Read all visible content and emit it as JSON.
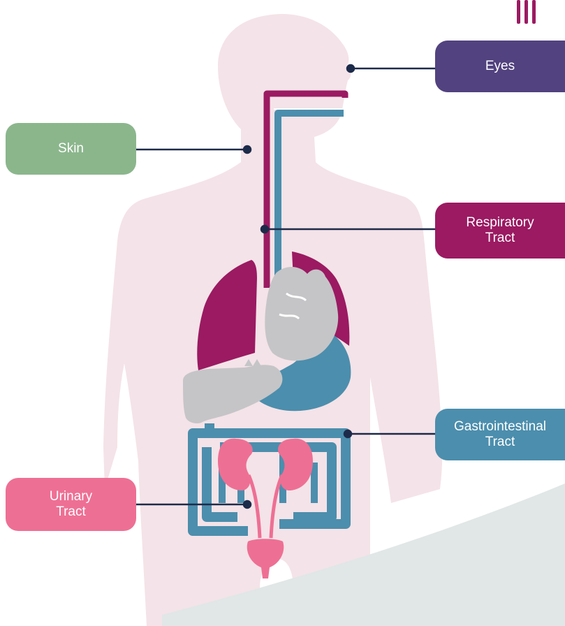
{
  "colors": {
    "body": "#f4e3e8",
    "eyes": "#52427f",
    "skin": "#8bb68c",
    "respiratory": "#9b1a62",
    "gastrointestinal": "#4c8ead",
    "urinary": "#ee6f94",
    "organ_gray": "#c5c5c7",
    "connector": "#1d2b4a",
    "corner_panel": "#e0e7e6"
  },
  "labels": {
    "eyes": "Eyes",
    "skin": "Skin",
    "respiratory": [
      "Respiratory",
      "Tract"
    ],
    "gastrointestinal": [
      "Gastrointestinal",
      "Tract"
    ],
    "urinary": [
      "Urinary",
      "Tract"
    ]
  },
  "icons": {
    "top_right": "bars-icon"
  }
}
